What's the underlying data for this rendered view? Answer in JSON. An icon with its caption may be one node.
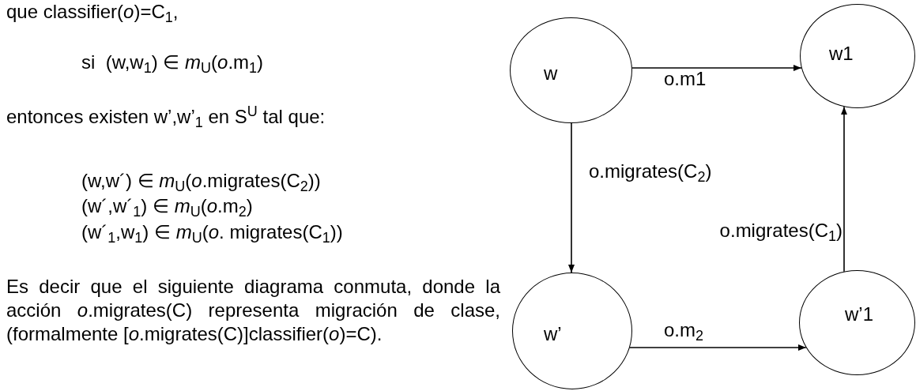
{
  "diagram": {
    "nodes": [
      {
        "text": [
          "w"
        ]
      },
      {
        "text": [
          "w1"
        ]
      },
      {
        "text": [
          "w’"
        ]
      },
      {
        "text": [
          "w’1"
        ]
      }
    ],
    "edges": [
      {
        "from": 0,
        "to": 1,
        "arrow": "to",
        "label": "o.m1"
      },
      {
        "from": 0,
        "to": 2,
        "arrow": "to",
        "label": "o.migrates(C$_{2}$)"
      },
      {
        "from": 3,
        "to": 1,
        "arrow": "to",
        "label": "o.migrates(C$_{1}$)"
      },
      {
        "from": 2,
        "to": 3,
        "arrow": "to",
        "label": "o.m$_{2}$"
      }
    ],
    "labels": [
      "que classifier(*o*)=C$_{1}$,",
      "si  (w,w$_{1}$) ∈ *m*$_{U}$(*o*.m$_{1}$)",
      "entonces existen w’,w’$_{1}$ en S$^{U}$ tal que:",
      "(w,w´) ∈ *m*$_{U}$(*o*.migrates(C$_{2}$))",
      "(w´,w´$_{1}$) ∈ *m*$_{U}$(*o*.m$_{2}$)",
      "(w´$_{1}$,w$_{1}$) ∈ *m*$_{U}$(*o*. migrates(C$_{1}$))",
      "Es decir que el siguiente diagrama conmuta, donde la acción *o*.migrates(C) representa migración de clase, (formalmente [*o*.migrates(C)]classifier(*o*)=C)."
    ]
  }
}
